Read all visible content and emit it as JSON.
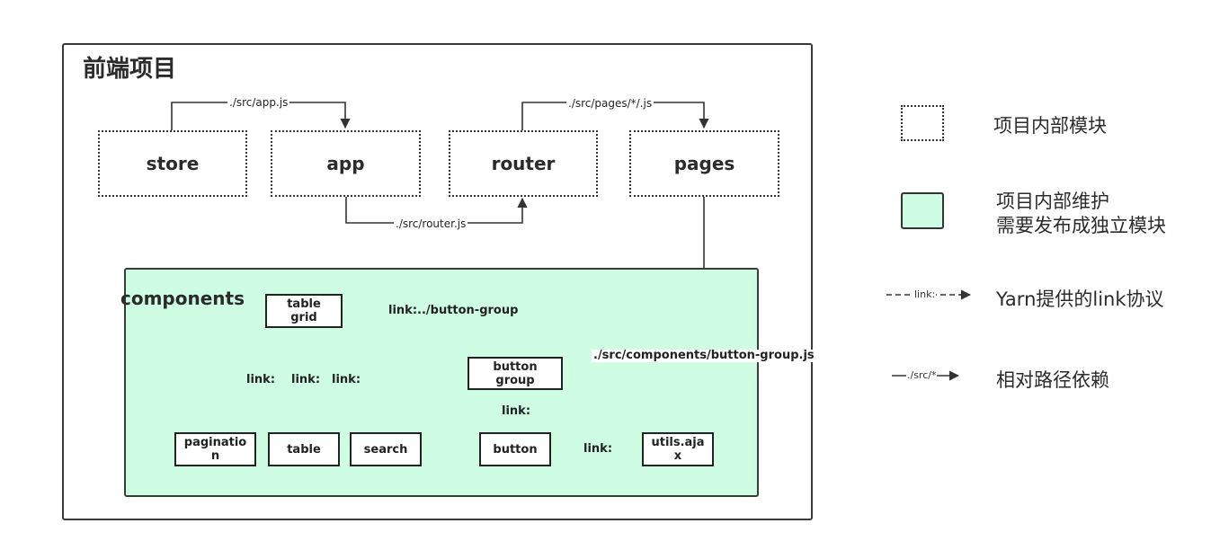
{
  "frame": {
    "title": "前端项目"
  },
  "modules": {
    "store": "store",
    "app": "app",
    "router": "router",
    "pages": "pages"
  },
  "path_labels": {
    "store_to_app": "./src/app.js",
    "router_to_pages": "./src/pages/*/.js",
    "app_to_router": "./src/router.js",
    "pages_to_button_group": "./src/components/button-group.js"
  },
  "components": {
    "title": "components",
    "nodes": {
      "table_grid": [
        "table",
        "grid"
      ],
      "button_group": [
        "button",
        "group"
      ],
      "pagination": [
        "paginatio",
        "n"
      ],
      "table": "table",
      "search": "search",
      "button": "button",
      "utils_ajax": [
        "utils.aja",
        "x"
      ]
    },
    "links": {
      "grid_to_button_group": "link:../button-group",
      "grid_to_pagination": "link:",
      "grid_to_table": "link:",
      "grid_to_search": "link:",
      "group_to_button": "link:",
      "button_to_utils": "link:"
    }
  },
  "legend": {
    "internal_module": "项目内部模块",
    "maintained_line1": "项目内部维护",
    "maintained_line2": "需要发布成独立模块",
    "link_sample": "link:",
    "link_desc": "Yarn提供的link协议",
    "path_sample": "./src/*",
    "path_desc": "相对路径依赖"
  },
  "colors": {
    "component_fill": "#cefde4",
    "border": "#333333"
  }
}
